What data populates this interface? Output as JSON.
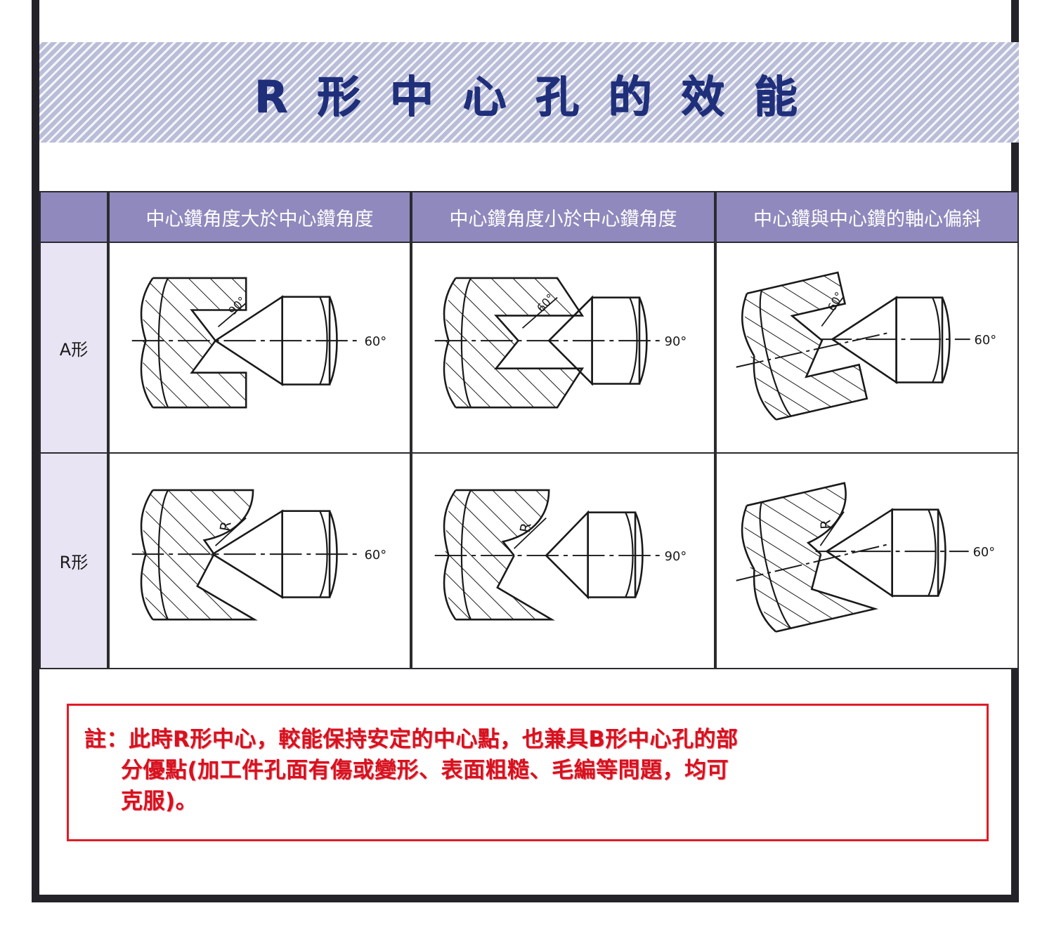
{
  "title": "R 形 中 心 孔 的 效 能",
  "colors": {
    "title_text": "#1f2f7a",
    "title_band": "#b9bdd8",
    "header_bg": "#9089bd",
    "rowlabel_bg": "#e8e4f3",
    "note_red": "#d8111f",
    "frame": "#232329"
  },
  "table": {
    "corner_label": "",
    "columns": [
      "中心鑽角度大於中心鑽角度",
      "中心鑽角度小於中心鑽角度",
      "中心鑽與中心鑽的軸心偏斜"
    ],
    "rows": [
      {
        "label": "A形",
        "cells": [
          {
            "hole_angle": "90°",
            "center_angle": "60°",
            "profile": "straight-cone",
            "alignment": "aligned"
          },
          {
            "hole_angle": "60°",
            "center_angle": "90°",
            "profile": "straight-cone",
            "alignment": "aligned"
          },
          {
            "hole_angle": "60°",
            "center_angle": "60°",
            "profile": "straight-cone",
            "alignment": "tilted"
          }
        ]
      },
      {
        "label": "R形",
        "cells": [
          {
            "hole_angle": "R",
            "center_angle": "60°",
            "profile": "radius",
            "alignment": "aligned"
          },
          {
            "hole_angle": "R",
            "center_angle": "90°",
            "profile": "radius",
            "alignment": "aligned"
          },
          {
            "hole_angle": "R",
            "center_angle": "60°",
            "profile": "radius",
            "alignment": "tilted"
          }
        ]
      }
    ]
  },
  "note": {
    "line1": "註：此時R形中心，較能保持安定的中心點，也兼具B形中心孔的部",
    "line2": "分優點(加工件孔面有傷或變形、表面粗糙、毛編等問題，均可",
    "line3": "克服)。"
  }
}
